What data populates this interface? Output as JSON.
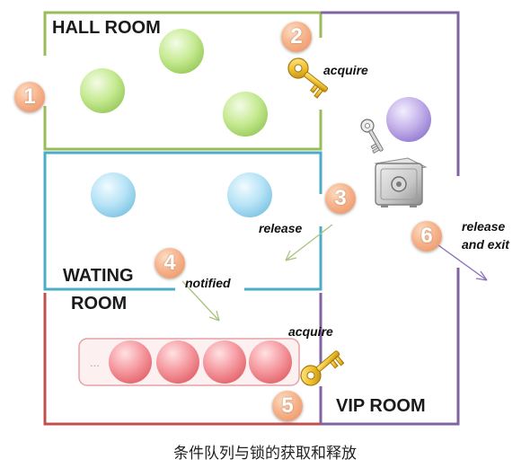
{
  "rooms": {
    "hall": "HALL ROOM",
    "waiting_line1": "WATING",
    "waiting_line2": "ROOM",
    "vip": "VIP ROOM"
  },
  "annotations": {
    "acquire_top": "acquire",
    "release": "release",
    "notified": "notified",
    "acquire_bottom": "acquire",
    "release_exit_line1": "release",
    "release_exit_line2": "and exit"
  },
  "steps": [
    "1",
    "2",
    "3",
    "4",
    "5",
    "6"
  ],
  "queue": {
    "ellipsis": "..."
  },
  "caption": "条件队列与锁的获取和释放",
  "colors": {
    "hall_wall": "#9bbb59",
    "waiting_wall": "#4bacc6",
    "queue_wall": "#c0504d",
    "vip_wall": "#8064a2",
    "green_ball": "#b7e07f",
    "blue_ball": "#a9ddf3",
    "red_ball": "#f2838a",
    "purple_ball": "#b49ee0",
    "step_badge": "#f4a77a"
  },
  "icons": [
    "golden-key-icon",
    "safe-icon",
    "silver-key-icon"
  ]
}
